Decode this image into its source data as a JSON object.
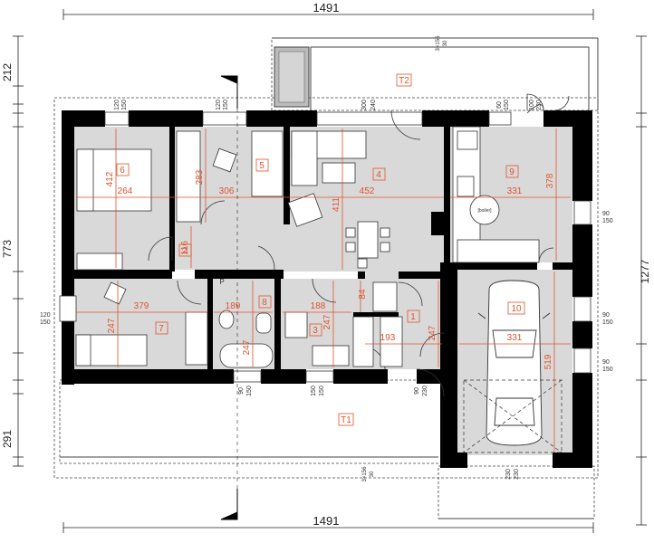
{
  "dimensions": {
    "top_total": "1491",
    "bottom_total": "1491",
    "left_top": "212",
    "left_mid": "773",
    "left_bottom": "291",
    "right_total": "1277"
  },
  "rooms": [
    {
      "id": "T2",
      "label": "T2"
    },
    {
      "id": "6",
      "label": "6"
    },
    {
      "id": "5",
      "label": "5"
    },
    {
      "id": "4",
      "label": "4"
    },
    {
      "id": "9",
      "label": "9"
    },
    {
      "id": "2",
      "label": "2"
    },
    {
      "id": "7",
      "label": "7"
    },
    {
      "id": "8",
      "label": "8"
    },
    {
      "id": "3",
      "label": "3"
    },
    {
      "id": "1",
      "label": "1"
    },
    {
      "id": "10",
      "label": "10"
    },
    {
      "id": "T1",
      "label": "T1"
    }
  ],
  "room_dims": {
    "r6_w": "264",
    "r6_h": "412",
    "r5_w": "306",
    "r5_h": "283",
    "r4_w": "452",
    "r4_h": "411",
    "r9_w": "331",
    "r9_h": "378",
    "r2_h": "116",
    "r7_w": "379",
    "r7_h": "247",
    "r8_w": "189",
    "r8_h": "247",
    "r3_w": "188",
    "r3_h": "247",
    "r3_small": "84",
    "r1_w": "193",
    "r1_h": "247",
    "r10_w": "331",
    "r10_h": "519"
  },
  "openings": {
    "win_6": [
      "120",
      "150"
    ],
    "win_5": [
      "120",
      "150"
    ],
    "win_4": [
      "300",
      "240"
    ],
    "win_9": [
      "60",
      "150"
    ],
    "door_9": [
      "100",
      "230"
    ],
    "terrace_top": [
      "3×156",
      "30"
    ],
    "right_1": [
      "90",
      "150"
    ],
    "right_2": [
      "90",
      "150"
    ],
    "right_3": [
      "90",
      "150"
    ],
    "left_7": [
      "120",
      "150"
    ],
    "bot_8": [
      "90",
      "150"
    ],
    "bot_3": [
      "150",
      "150"
    ],
    "bot_1": [
      "90",
      "230"
    ],
    "terrace_bot": [
      "3×156",
      "30"
    ],
    "garage_door": [
      "230",
      "230"
    ]
  },
  "misc": {
    "p_label": "P",
    "boiler_label": "[boiler]"
  }
}
